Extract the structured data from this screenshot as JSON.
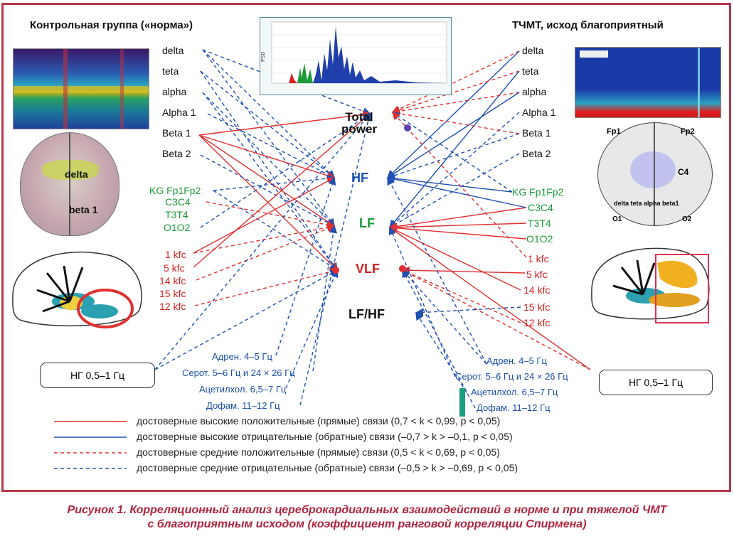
{
  "left_panel": {
    "heading": "Контрольная группа («норма»)",
    "rhythms": [
      "delta",
      "teta",
      "alpha",
      "Alpha 1",
      "Beta 1",
      "Beta 2"
    ],
    "eeg_leads": [
      "KG Fp1Fp2",
      "C3C4",
      "T3T4",
      "O1O2"
    ],
    "kfc": [
      "1 kfc",
      "5 kfc",
      "14 kfc",
      "15 kfc",
      "12 kfc"
    ],
    "ng_box": "НГ 0,5–1 Гц",
    "brain_labels": {
      "delta": "delta",
      "beta": "beta 1"
    }
  },
  "right_panel": {
    "heading": "ТЧМТ, исход благоприятный",
    "rhythms": [
      "delta",
      "teta",
      "alpha",
      "Alpha 1",
      "Beta 1",
      "Beta 2"
    ],
    "eeg_leads": [
      "KG Fp1Fp2",
      "C3C4",
      "T3T4",
      "O1O2"
    ],
    "kfc": [
      "1 kfc",
      "5 kfc",
      "14 kfc",
      "15 kfc",
      "12 kfc"
    ],
    "ng_box": "НГ 0,5–1 Гц"
  },
  "center": {
    "total_power": [
      "Total",
      "power"
    ],
    "hf": "HF",
    "lf": "LF",
    "vlf": "VLF",
    "lf_hf": "LF/HF"
  },
  "neuro_left": [
    "Адрен. 4–5 Гц",
    "Серот. 5–6 Гц и 24 × 26 Гц",
    "Ацетилхол. 6,5–7 Гц",
    "Дофам. 11–12 Гц"
  ],
  "neuro_right": [
    "Адрен. 4–5 Гц",
    "Серот. 5–6 Гц и 24 × 26 Гц",
    "Ацетилхол. 6,5–7 Гц",
    "Дофам. 11–12 Гц"
  ],
  "legend": [
    {
      "text": "достоверные высокие положительные (прямые) связи (0,7 < k < 0,99, p < 0,05)",
      "color": "#e03030",
      "style": "solid"
    },
    {
      "text": "достоверные высокие отрицательные (обратные) связи (–0,7 > k > –0,1, p < 0,05)",
      "color": "#2050b0",
      "style": "solid"
    },
    {
      "text": "достоверные средние положительные (прямые) связи (0,5 < k < 0,69, p < 0,05)",
      "color": "#e03030",
      "style": "dashed"
    },
    {
      "text": "достоверные средние отрицательные (обратные) связи (–0,5 > k > –0,69, p < 0,05)",
      "color": "#2050b0",
      "style": "dashed"
    }
  ],
  "caption": {
    "line1": "Рисунок 1.  Корреляционный анализ цереброкардиальных взаимодействий в норме и при тяжелой ЧМТ",
    "line2": "с благоприятным исходом (коэффициент ранговой корреляции Спирмена)"
  },
  "brain_right_labels": {
    "fp1": "Fp1",
    "fp2": "Fp2",
    "c4": "C4",
    "o1": "O1",
    "o2": "O2",
    "bottom": "delta  teta  alpha  beta1"
  },
  "colors": {
    "border": "#b23a4a",
    "red": "#e03030",
    "blue": "#2050b0",
    "green": "#1a9a3a",
    "caption": "#b0243c"
  }
}
